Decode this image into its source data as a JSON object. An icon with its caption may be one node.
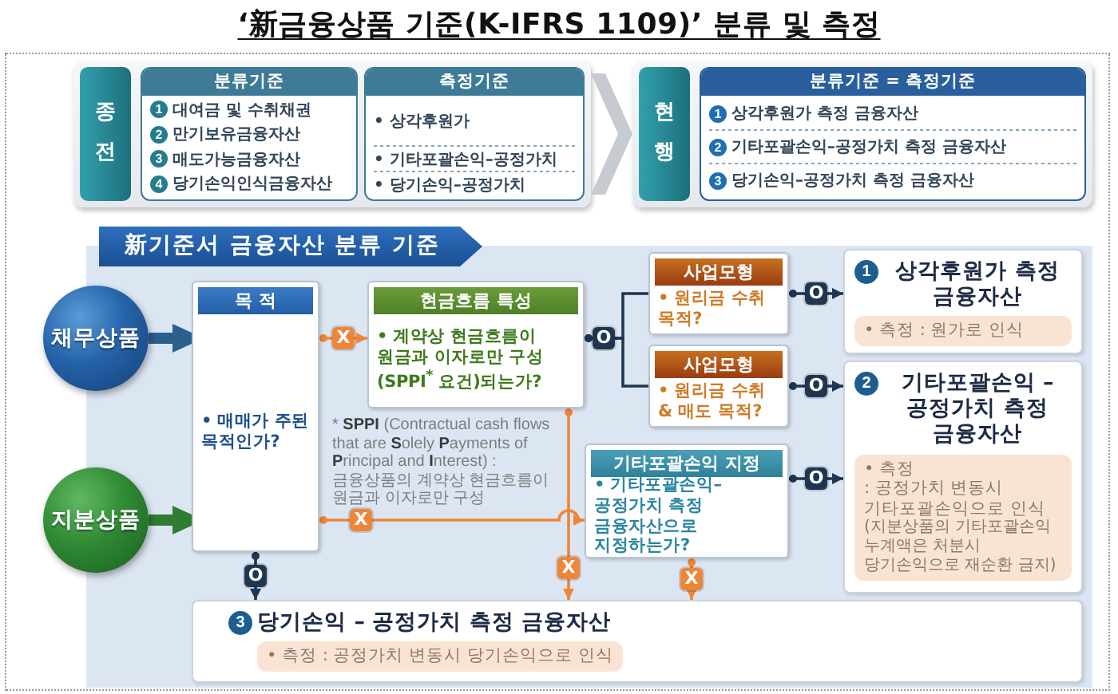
{
  "diagram": {
    "title": "‘新금융상품 기준(K-IFRS 1109)’ 분류 및 측정",
    "nodes": [
      {
        "text": [
          "종전"
        ]
      },
      {
        "text": [
          "분류기준",
          "1",
          "대여금 및 수취채권",
          "2",
          "만기보유금융자산",
          "3",
          "매도가능금융자산",
          "4",
          "당기손익인식금융자산"
        ],
        "in": 0
      },
      {
        "text": [
          "측정기준",
          "• 상각후원가",
          "• 기타포괄손익–공정가치",
          "• 당기손익–공정가치"
        ],
        "in": 0
      },
      {
        "text": [
          "현행"
        ]
      },
      {
        "text": [
          "분류기준 = 측정기준",
          "1",
          "상각후원가 측정 금융자산",
          "2",
          "기타포괄손익–공정가치 측정 금융자산",
          "3",
          "당기손익–공정가치 측정 금융자산"
        ],
        "in": 3
      },
      {
        "text": [
          "新기준서 금융자산 분류 기준"
        ]
      },
      {
        "text": [
          "채무상품"
        ]
      },
      {
        "text": [
          "목 적",
          "• 매매가 주된 목적인가?"
        ],
        "in": 5
      },
      {
        "text": [
          "현금흐름 특성",
          "• 계약상 현금흐름이 원금과 이자로만 구성(SPPI$^{*}$ 요건)되는가?"
        ],
        "in": 5,
        "beside": [
          "* **SPPI** (Contractual cash flows that are **S**olely **P**ayments of **P**rincipal and **I**nterest) : 금융상품의 계약상 현금흐름이 원금과 이자로만 구성"
        ]
      },
      {
        "text": [
          "사업모형",
          "• 원리금 수취 목적?"
        ],
        "in": 5
      },
      {
        "text": [
          "1",
          "상각후원가 측정 금융자산",
          "• 측정 : 원가로 인식"
        ],
        "in": 5
      },
      {
        "text": [
          "사업모형",
          "• 원리금 수취 & 매도 목적?"
        ],
        "in": 5
      },
      {
        "text": [
          "2",
          "기타포괄손익 – 공정가치 측정 금융자산",
          "• 측정",
          ": 공정가치 변동시 기타포괄손익으로 인식",
          "(지분상품의 기타포괄손익 누계액은 처분시 당기손익으로 재순환 금지)"
        ],
        "in": 5
      },
      {
        "text": [
          "지분상품"
        ]
      },
      {
        "text": [
          "기타포괄손익 지정",
          "• 기타포괄손익–공정가치 측정 금융자산으로 지정하는가?"
        ],
        "in": 5
      },
      {
        "text": [
          "3",
          "당기손익 – 공정가치 측정 금융자산",
          "• 측정 : 공정가치 변동시 당기손익으로 인식"
        ],
        "in": 5
      }
    ],
    "edges": [
      {
        "from": 0,
        "to": 3,
        "arrow": "to",
        "style": "thick",
        "color": "#c6cbd2"
      },
      {
        "from": 6,
        "to": 7,
        "arrow": "to",
        "style": "thick",
        "color": "#2b5f8e"
      },
      {
        "from": 13,
        "to": 7,
        "arrow": "to",
        "style": "thick",
        "color": "#2e7d32"
      },
      {
        "from": 7,
        "to": 8,
        "arrow": "to",
        "label": "X",
        "color": "#ee8638"
      },
      {
        "from": 8,
        "to": 9,
        "arrow": "other",
        "label": "O"
      },
      {
        "from": 8,
        "to": 11,
        "arrow": "other"
      },
      {
        "from": 9,
        "to": 10,
        "arrow": "to",
        "label": "O"
      },
      {
        "from": 11,
        "to": 12,
        "arrow": "to",
        "label": "O"
      },
      {
        "from": 7,
        "to": 14,
        "arrow": "to",
        "label": "X",
        "color": "#ee8638"
      },
      {
        "from": 8,
        "to": 15,
        "arrow": "to",
        "label": "X",
        "color": "#ee8638"
      },
      {
        "from": 14,
        "to": 12,
        "arrow": "to",
        "label": "O"
      },
      {
        "from": 14,
        "to": 15,
        "arrow": "to",
        "label": "X",
        "color": "#ee8638"
      },
      {
        "from": 7,
        "to": 15,
        "arrow": "to",
        "label": "O"
      }
    ]
  }
}
